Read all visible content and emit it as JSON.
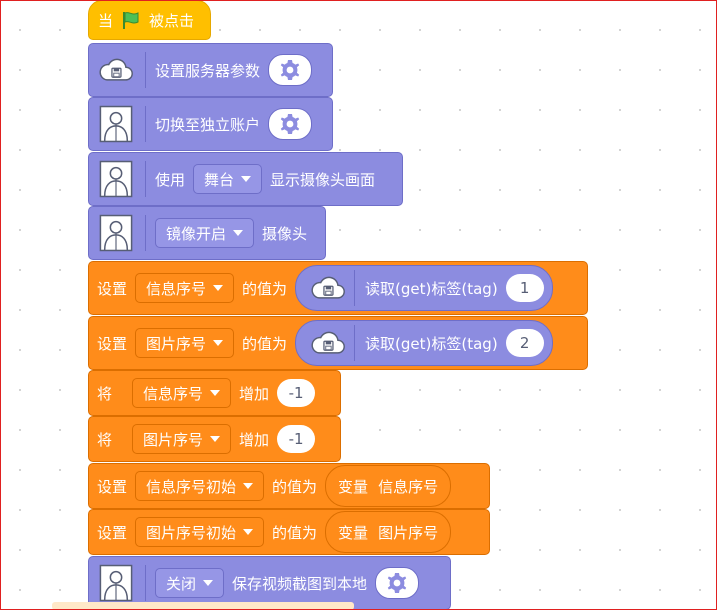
{
  "event_block": {
    "prefix": "当",
    "suffix": "被点击",
    "flag_icon": "green-flag-icon"
  },
  "blocks": {
    "set_server": {
      "label": "设置服务器参数",
      "icon": "cloud-save-icon"
    },
    "switch_account": {
      "label": "切换至独立账户",
      "icon": "person-icon"
    },
    "camera_display": {
      "prefix": "使用",
      "dropdown": "舞台",
      "suffix": "显示摄像头画面"
    },
    "mirror": {
      "dropdown": "镜像开启",
      "suffix": "摄像头"
    },
    "set_info": {
      "prefix": "设置",
      "variable": "信息序号",
      "mid": "的值为",
      "reporter_label": "读取(get)标签(tag)",
      "arg": "1"
    },
    "set_image": {
      "prefix": "设置",
      "variable": "图片序号",
      "mid": "的值为",
      "reporter_label": "读取(get)标签(tag)",
      "arg": "2"
    },
    "change_info": {
      "prefix": "将",
      "variable": "信息序号",
      "mid": "增加",
      "arg": "-1"
    },
    "change_image": {
      "prefix": "将",
      "variable": "图片序号",
      "mid": "增加",
      "arg": "-1"
    },
    "set_info_init": {
      "prefix": "设置",
      "variable": "信息序号初始",
      "mid": "的值为",
      "var_kw": "变量",
      "var_name": "信息序号"
    },
    "set_image_init": {
      "prefix": "设置",
      "variable": "图片序号初始",
      "mid": "的值为",
      "var_kw": "变量",
      "var_name": "图片序号"
    },
    "save_video": {
      "dropdown": "关闭",
      "suffix": "保存视频截图到本地"
    }
  },
  "colors": {
    "event": "#ffbf00",
    "extension": "#8c8ce0",
    "data": "#ff8c1a",
    "frame": "#e02020"
  }
}
